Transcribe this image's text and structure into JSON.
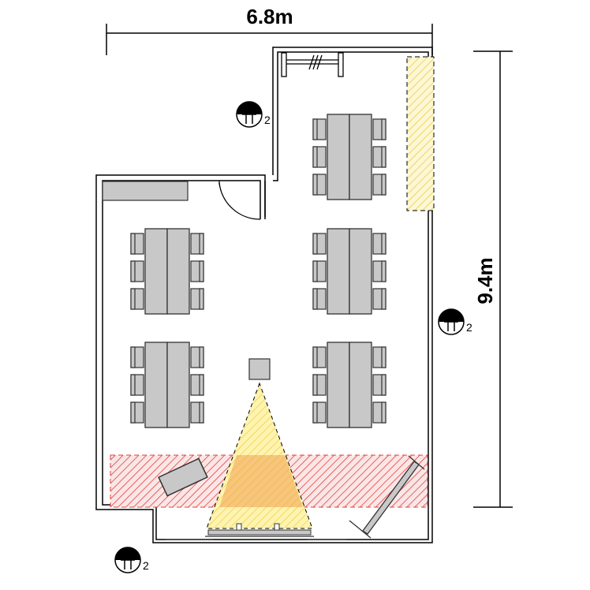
{
  "dimensions": {
    "width_label": "6.8m",
    "height_label": "9.4m"
  },
  "markers": [
    {
      "id": "marker-top",
      "label": "2"
    },
    {
      "id": "marker-right",
      "label": "2"
    },
    {
      "id": "marker-bottom",
      "label": "2"
    }
  ],
  "table_groups": 5,
  "chairs_per_side": 3,
  "colors": {
    "wall": "#000000",
    "furniture_fill": "#c8c8c8",
    "furniture_stroke": "#333333",
    "hatch_red": "#e04040",
    "hatch_yellow": "#e8d040",
    "projection_fill": "#fff3b0"
  },
  "icons": [
    "section-marker-icon",
    "door-swing-icon",
    "projector-icon",
    "screen-icon",
    "coat-rack-icon"
  ]
}
